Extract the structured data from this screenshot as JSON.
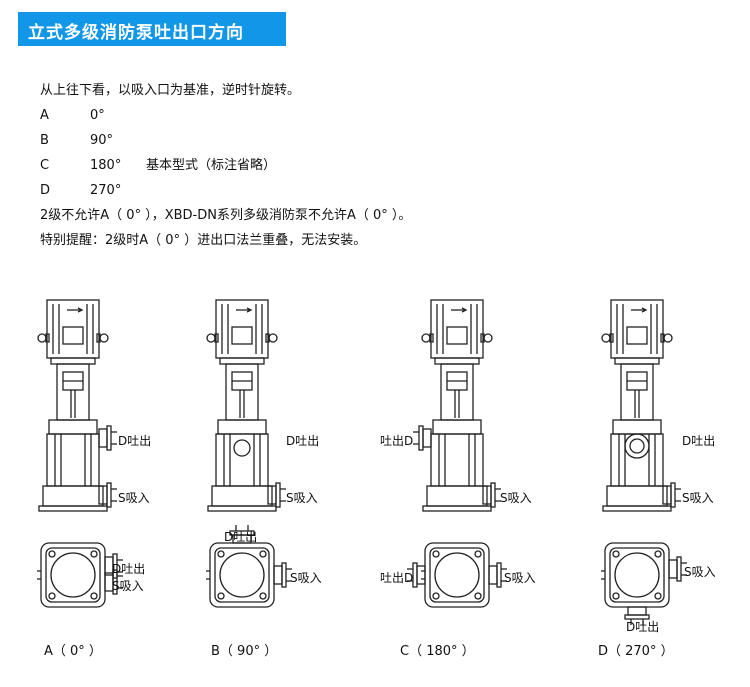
{
  "title": "立式多级消防泵吐出口方向",
  "intro": "从上往下看，以吸入口为基准，逆时针旋转。",
  "orientations": [
    {
      "code": "A",
      "angle": "0°",
      "note": ""
    },
    {
      "code": "B",
      "angle": "90°",
      "note": ""
    },
    {
      "code": "C",
      "angle": "180°",
      "note": "基本型式（标注省略）"
    },
    {
      "code": "D",
      "angle": "270°",
      "note": ""
    }
  ],
  "note1": "2级不允许A（ 0° ），XBD-DN系列多级消防泵不允许A（ 0° ）。",
  "note2": "特别提醒：2级时A（ 0° ）进出口法兰重叠，无法安装。",
  "diagram_labels": {
    "discharge": "D吐出",
    "discharge_left": "吐出D",
    "suction": "S吸入"
  },
  "captions": [
    "A（ 0° ）",
    "B（ 90° ）",
    "C（ 180° ）",
    "D（ 270° ）"
  ],
  "colors": {
    "title_bg": "#1196e8",
    "title_text": "#ffffff",
    "line": "#222222"
  }
}
